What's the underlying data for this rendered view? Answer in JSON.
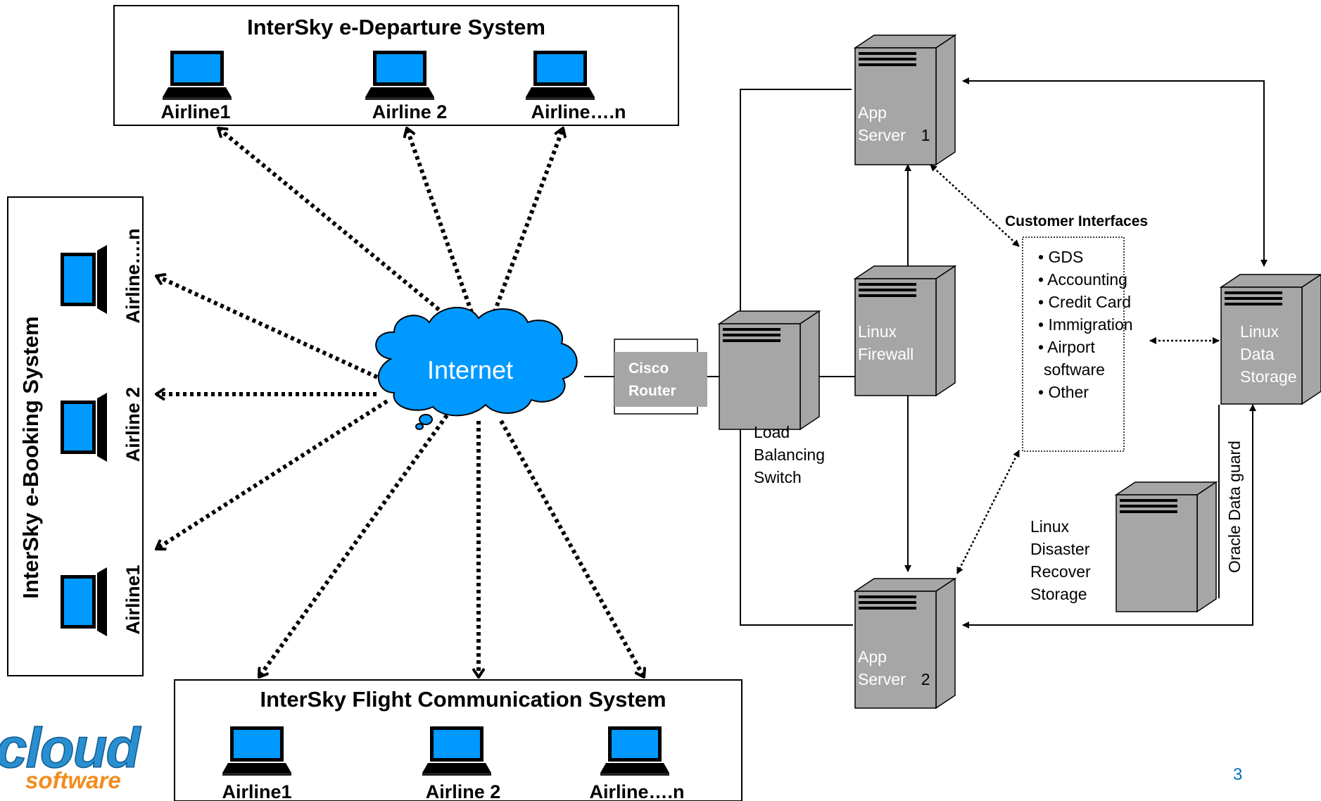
{
  "departure": {
    "title": "InterSky e-Departure System",
    "airlines": [
      "Airline1",
      "Airline 2",
      "Airline….n"
    ]
  },
  "booking": {
    "title": "InterSky e-Booking System",
    "airlines": [
      "Airline….n",
      "Airline 2",
      "Airline1"
    ]
  },
  "flight_comm": {
    "title": "InterSky Flight Communication System",
    "airlines": [
      "Airline1",
      "Airline 2",
      "Airline….n"
    ]
  },
  "internet": {
    "label": "Internet"
  },
  "router": {
    "line1": "Cisco",
    "line2": "Router"
  },
  "load_balancer": {
    "lines": [
      "Load",
      "Balancing",
      "Switch"
    ]
  },
  "firewall": {
    "lines": [
      "Linux",
      "Firewall"
    ]
  },
  "app_server_1": {
    "line1": "App",
    "line2": "Server",
    "num": "1"
  },
  "app_server_2": {
    "line1": "App",
    "line2": "Server",
    "num": "2"
  },
  "customer_interfaces": {
    "title": "Customer Interfaces",
    "items": [
      "• GDS",
      "• Accounting",
      "• Credit Card",
      "• Immigration",
      "• Airport",
      "software",
      "• Other"
    ]
  },
  "data_storage": {
    "lines": [
      "Linux",
      "Data",
      "Storage"
    ]
  },
  "disaster_recovery": {
    "lines": [
      "Linux",
      "Disaster",
      "Recover",
      "Storage"
    ]
  },
  "oracle": {
    "label": "Oracle Data guard"
  },
  "logo": {
    "top": "cloud",
    "bottom": "software"
  },
  "page_number": "3",
  "colors": {
    "laptop_screen": "#0099ff",
    "cloud": "#0099ff",
    "server_gray": "#a6a6a6",
    "text_blue": "#0070c0"
  }
}
